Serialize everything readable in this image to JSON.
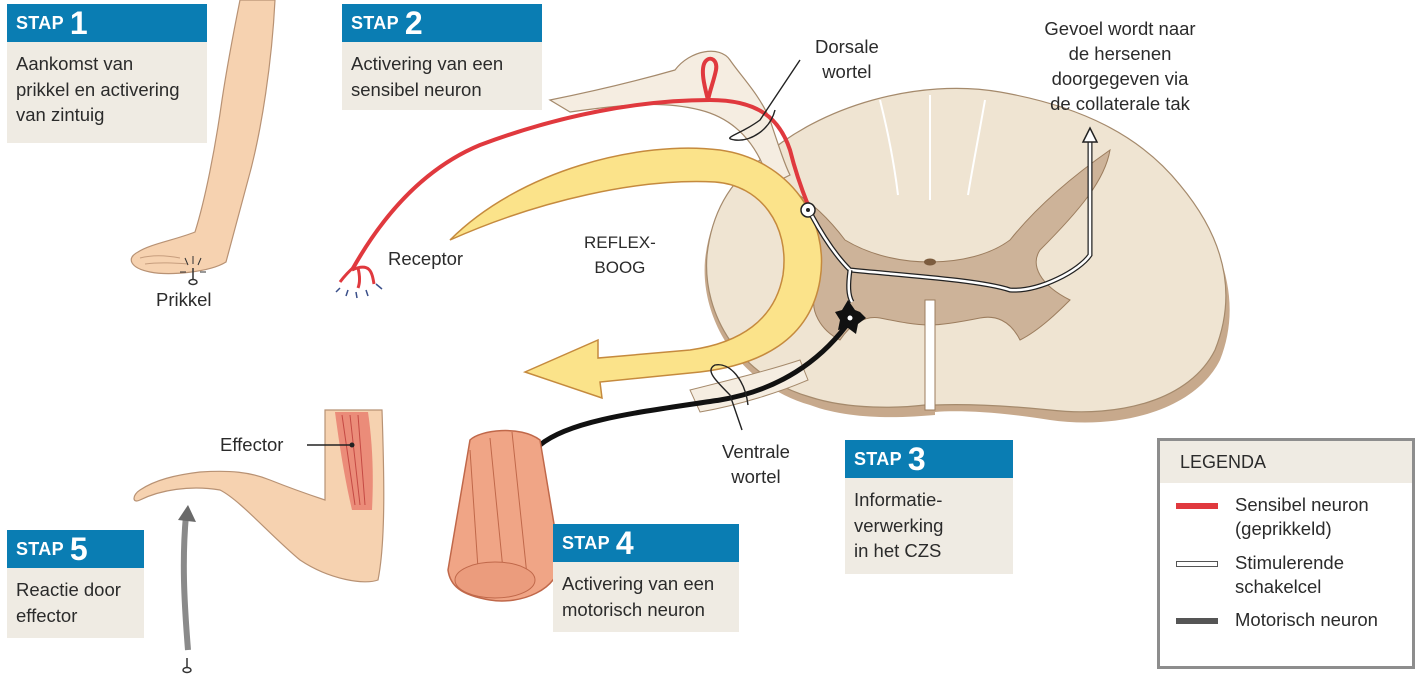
{
  "steps": [
    {
      "word": "STAP",
      "number": "1",
      "text": [
        "Aankomst van",
        "prikkel en activering",
        "van zintuig"
      ]
    },
    {
      "word": "STAP",
      "number": "2",
      "text": [
        "Activering van een",
        "sensibel neuron"
      ]
    },
    {
      "word": "STAP",
      "number": "3",
      "text": [
        "Informatie-",
        "verwerking",
        "in het CZS"
      ]
    },
    {
      "word": "STAP",
      "number": "4",
      "text": [
        "Activering van een",
        "motorisch neuron"
      ]
    },
    {
      "word": "STAP",
      "number": "5",
      "text": [
        "Reactie door",
        "effector"
      ]
    }
  ],
  "labels": {
    "prikkel": "Prikkel",
    "receptor": "Receptor",
    "reflexboog": [
      "REFLEX-",
      "BOOG"
    ],
    "dorsale_wortel": [
      "Dorsale",
      "wortel"
    ],
    "ventrale_wortel": [
      "Ventrale",
      "wortel"
    ],
    "gevoel": [
      "Gevoel wordt naar",
      "de hersenen",
      "doorgegeven via",
      "de collaterale tak"
    ],
    "effector": "Effector"
  },
  "legend": {
    "title": "LEGENDA",
    "items": [
      {
        "text": [
          "Sensibel neuron",
          "(geprikkeld)"
        ],
        "style": "red",
        "color": "#e0393e"
      },
      {
        "text": [
          "Stimulerende",
          "schakelcel"
        ],
        "style": "outline",
        "color": "#ffffff"
      },
      {
        "text": [
          "Motorisch neuron"
        ],
        "style": "dark",
        "color": "#555555"
      }
    ]
  },
  "colors": {
    "header_blue": "#0a7db3",
    "box_beige": "#efebe3",
    "sensory_red": "#e0393e",
    "reflex_yellow": "#fbe38a",
    "spinal_light": "#efe4d2",
    "spinal_gray_matter": "#cdb399",
    "skin": "#f6d2b0"
  }
}
